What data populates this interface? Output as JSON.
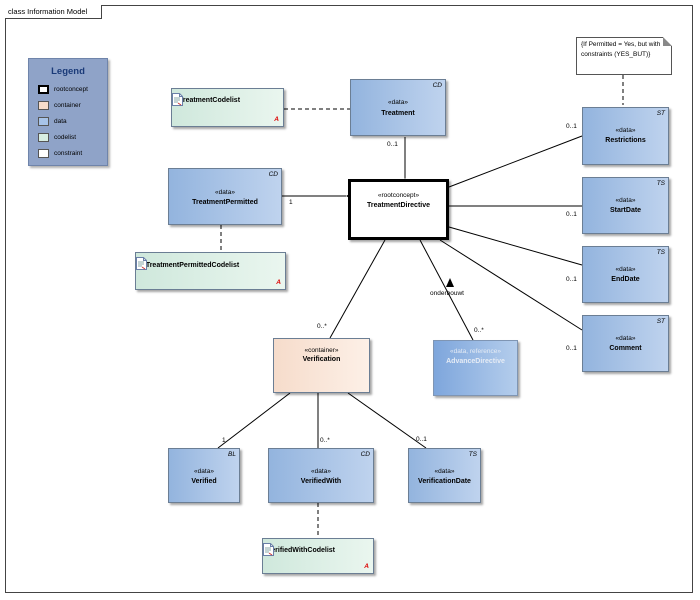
{
  "diagram": {
    "frame_title": "class Information Model",
    "legend": {
      "title": "Legend",
      "items": [
        {
          "label": "rootconcept",
          "color": "#ffffff"
        },
        {
          "label": "container",
          "color": "#f6dccb"
        },
        {
          "label": "data",
          "color": "#a7c3e8"
        },
        {
          "label": "codelist",
          "color": "#d8eee3"
        },
        {
          "label": "constraint",
          "color": "#ffffff"
        }
      ]
    },
    "root": {
      "stereotype": "«rootconcept»",
      "name": "TreatmentDirective"
    },
    "treatment": {
      "stereotype": "«data»",
      "name": "Treatment",
      "type": "CD"
    },
    "treatment_codelist": {
      "name": "TreatmentCodelist",
      "mark": "A"
    },
    "treatment_permitted": {
      "stereotype": "«data»",
      "name": "TreatmentPermitted",
      "type": "CD"
    },
    "treatment_permitted_codelist": {
      "name": "TreatmentPermittedCodelist",
      "mark": "A"
    },
    "restrictions": {
      "stereotype": "«data»",
      "name": "Restrictions",
      "type": "ST"
    },
    "start_date": {
      "stereotype": "«data»",
      "name": "StartDate",
      "type": "TS"
    },
    "end_date": {
      "stereotype": "«data»",
      "name": "EndDate",
      "type": "TS"
    },
    "comment": {
      "stereotype": "«data»",
      "name": "Comment",
      "type": "ST"
    },
    "advance_directive": {
      "stereotype": "«data, reference»",
      "name": "AdvanceDirective"
    },
    "verification": {
      "stereotype": "«container»",
      "name": "Verification"
    },
    "verified": {
      "stereotype": "«data»",
      "name": "Verified",
      "type": "BL"
    },
    "verified_with": {
      "stereotype": "«data»",
      "name": "VerifiedWith",
      "type": "CD"
    },
    "verification_date": {
      "stereotype": "«data»",
      "name": "VerificationDate",
      "type": "TS"
    },
    "verified_with_codelist": {
      "name": "VerifiedWithCodelist",
      "mark": "A"
    },
    "constraint_note": {
      "line1": "{If Permitted = Yes, but with",
      "line2": "constraints (YES_BUT)}"
    },
    "labels": {
      "treatment_mult": "0..1",
      "permitted_mult": "1",
      "restrictions_mult": "0..1",
      "startdate_mult": "0..1",
      "enddate_mult": "0..1",
      "comment_mult": "0..1",
      "verification_mult": "0..*",
      "advance_mult": "0..*",
      "onderbouwt": "onderbouwt",
      "verified_mult": "1",
      "verifiedwith_mult": "0..*",
      "verificationdate_mult": "0..1"
    }
  }
}
